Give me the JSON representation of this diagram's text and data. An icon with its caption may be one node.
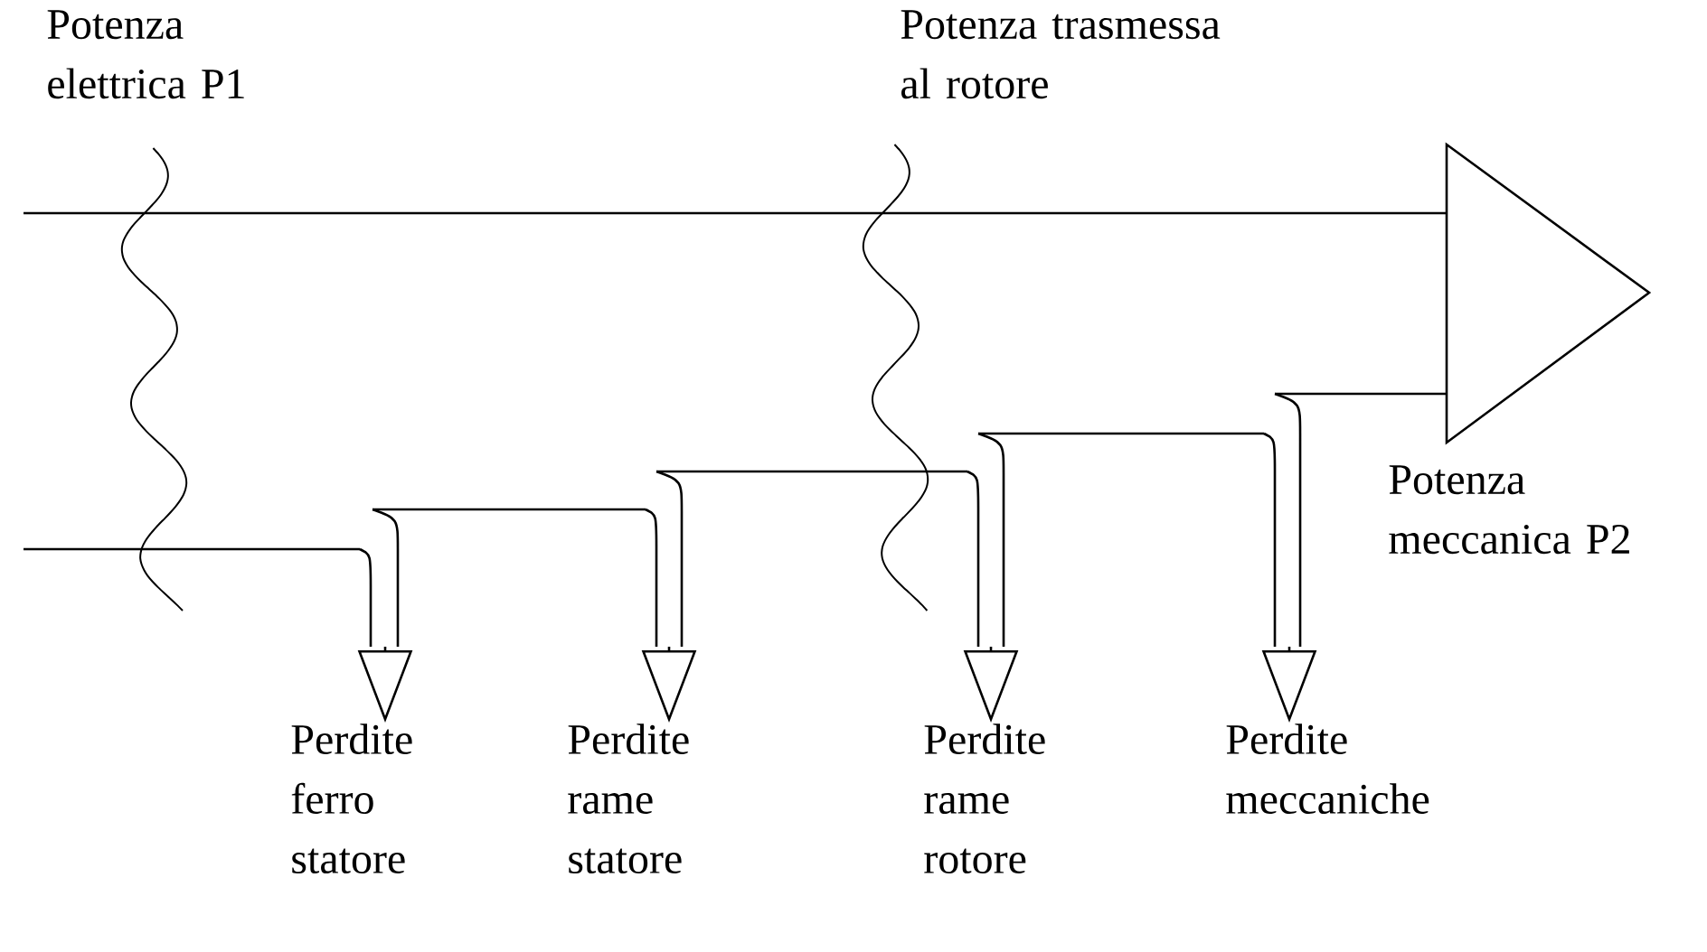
{
  "diagram": {
    "nodes": [
      {
        "text": [
          "Perdite ferro statore"
        ]
      },
      {
        "text": [
          "Perdite rame statore"
        ]
      },
      {
        "text": [
          "Perdite rame rotore"
        ]
      },
      {
        "text": [
          "Perdite meccaniche"
        ]
      }
    ],
    "edges": [
      {
        "from": null,
        "to": 0,
        "arrow": "to"
      },
      {
        "from": null,
        "to": 1,
        "arrow": "to"
      },
      {
        "from": null,
        "to": 2,
        "arrow": "to"
      },
      {
        "from": null,
        "to": 3,
        "arrow": "to"
      }
    ],
    "labels": [
      "Potenza elettrica P1",
      "Potenza trasmessa al rotore",
      "Potenza meccanica P2"
    ]
  }
}
